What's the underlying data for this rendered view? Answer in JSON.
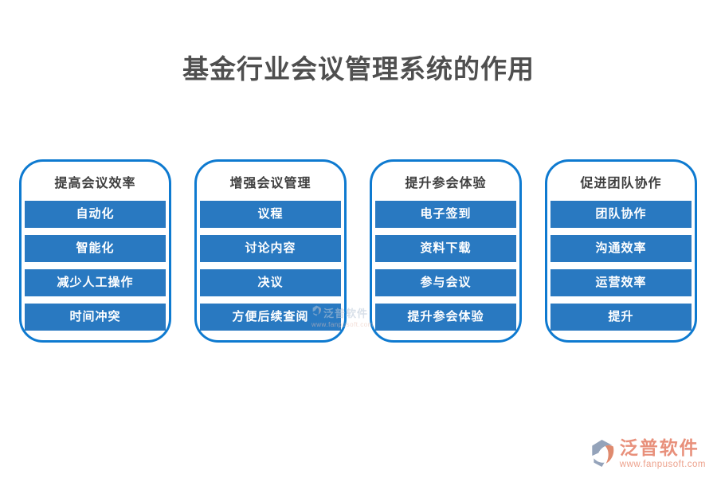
{
  "page": {
    "title": "基金行业会议管理系统的作用"
  },
  "colors": {
    "title_text": "#4f4f4f",
    "header_text": "#3e3e3e",
    "card_border": "#0e7ad0",
    "button_bg": "#2979c1",
    "button_text": "#ffffff",
    "brand_text": "#e8907b",
    "brand_url_text": "#eda28d",
    "watermark_text": "#b9c8d8",
    "logo_gray": "#94a3ba",
    "logo_salmon": "#df8a6e"
  },
  "cards": [
    {
      "header": "提高会议效率",
      "items": [
        "自动化",
        "智能化",
        "减少人工操作",
        "时间冲突"
      ]
    },
    {
      "header": "增强会议管理",
      "items": [
        "议程",
        "讨论内容",
        "决议",
        "方便后续查阅"
      ]
    },
    {
      "header": "提升参会体验",
      "items": [
        "电子签到",
        "资料下载",
        "参与会议",
        "提升参会体验"
      ]
    },
    {
      "header": "促进团队协作",
      "items": [
        "团队协作",
        "沟通效率",
        "运营效率",
        "提升"
      ]
    }
  ],
  "watermark": {
    "text": "泛普软件",
    "url": "www.fanpusoft.com",
    "icon": "fanpu-logo-icon"
  },
  "footer": {
    "brand_name": "泛普软件",
    "website": "www.fanpusoft.com",
    "icon": "fanpu-logo-icon"
  }
}
